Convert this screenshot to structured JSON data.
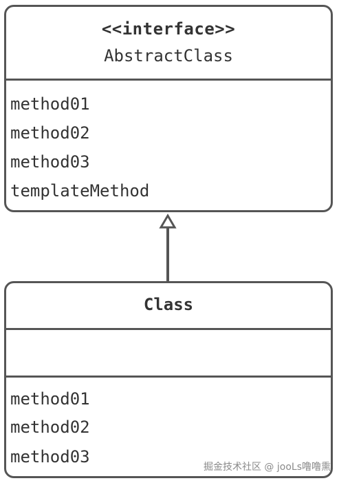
{
  "interface_class": {
    "stereotype": "<<interface>>",
    "name": "AbstractClass",
    "methods": [
      "method01",
      "method02",
      "method03",
      "templateMethod"
    ]
  },
  "concrete_class": {
    "name": "Class",
    "attributes": [],
    "methods": [
      "method01",
      "method02",
      "method03"
    ]
  },
  "relationship": {
    "type": "realization",
    "arrow": "hollow-triangle"
  },
  "watermark": "掘金技术社区 @ jooLs噜噜熏",
  "colors": {
    "stroke": "#555555",
    "text": "#333333",
    "watermark": "#8a8a8a"
  }
}
